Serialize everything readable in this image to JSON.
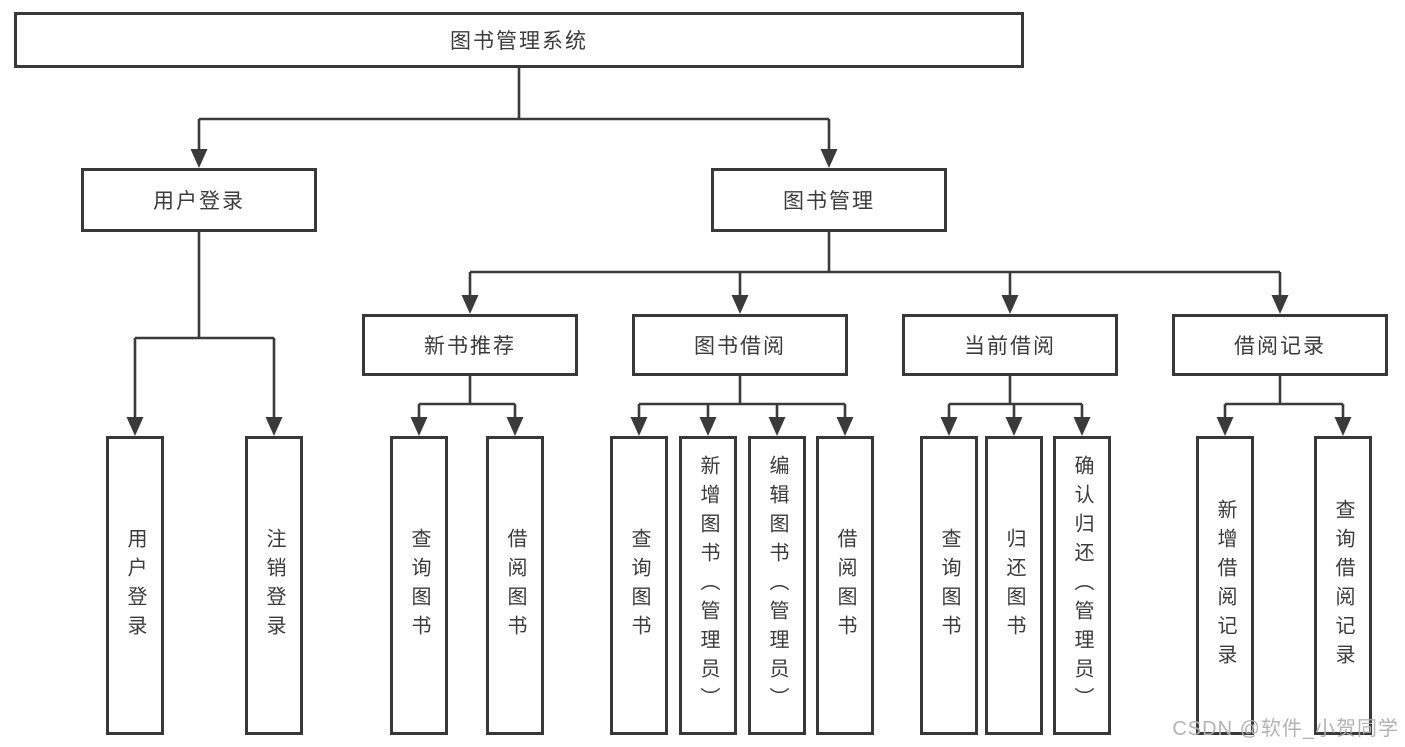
{
  "watermark": "CSDN @软件_小贺同学",
  "colors": {
    "background": "#ffffff",
    "line": "#3a3a3a",
    "box_border": "#383838",
    "text": "#3b3b3b",
    "watermark": "#afafaf"
  },
  "tree": {
    "label": "图书管理系统",
    "children": [
      {
        "label": "用户登录",
        "children": [
          {
            "label": "用户登录"
          },
          {
            "label": "注销登录"
          }
        ]
      },
      {
        "label": "图书管理",
        "children": [
          {
            "label": "新书推荐",
            "children": [
              {
                "label": "查询图书"
              },
              {
                "label": "借阅图书"
              }
            ]
          },
          {
            "label": "图书借阅",
            "children": [
              {
                "label": "查询图书"
              },
              {
                "label": "新增图书（管理员）"
              },
              {
                "label": "编辑图书（管理员）"
              },
              {
                "label": "借阅图书"
              }
            ]
          },
          {
            "label": "当前借阅",
            "children": [
              {
                "label": "查询图书"
              },
              {
                "label": "归还图书"
              },
              {
                "label": "确认归还（管理员）"
              }
            ]
          },
          {
            "label": "借阅记录",
            "children": [
              {
                "label": "新增借阅记录"
              },
              {
                "label": "查询借阅记录"
              }
            ]
          }
        ]
      }
    ]
  }
}
